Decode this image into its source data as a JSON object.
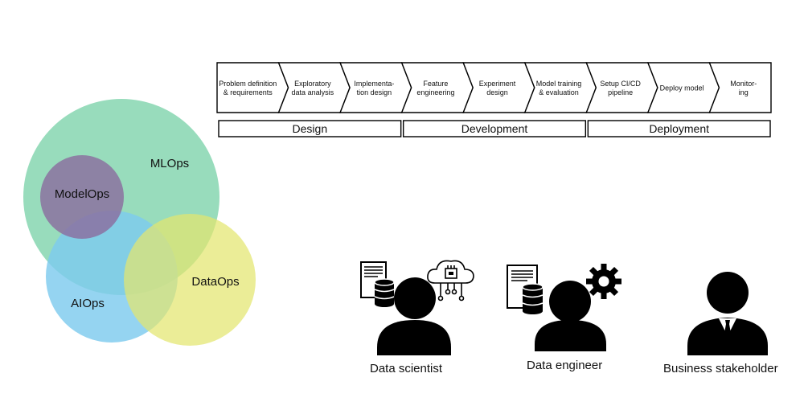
{
  "venn": [
    {
      "key": "mlops",
      "label": "MLOps",
      "color": "#86d6b0"
    },
    {
      "key": "modelops",
      "label": "ModelOps",
      "color": "#8b6b9e"
    },
    {
      "key": "aiops",
      "label": "AIOps",
      "color": "#7ecbee"
    },
    {
      "key": "dataops",
      "label": "DataOps",
      "color": "#e3e66f"
    }
  ],
  "pipeline": {
    "steps": [
      [
        "Problem definition",
        "& requirements"
      ],
      [
        "Exploratory",
        "data analysis"
      ],
      [
        "Implementa-",
        "tion design"
      ],
      [
        "Feature",
        "engineering"
      ],
      [
        "Experiment",
        "design"
      ],
      [
        "Model training",
        "& evaluation"
      ],
      [
        "Setup CI/CD",
        "pipeline"
      ],
      [
        "Deploy model"
      ],
      [
        "Monitor-",
        "ing"
      ]
    ],
    "phases": [
      {
        "label": "Design",
        "from_step": 0,
        "to_step": 2
      },
      {
        "label": "Development",
        "from_step": 3,
        "to_step": 5
      },
      {
        "label": "Deployment",
        "from_step": 6,
        "to_step": 8
      }
    ]
  },
  "roles": {
    "data_scientist": "Data scientist",
    "data_engineer": "Data engineer",
    "business_stakeholder": "Business stakeholder"
  },
  "icons": [
    "document-icon",
    "database-icon",
    "cloud-chip-icon",
    "gear-icon",
    "person-icon",
    "necktie-icon"
  ]
}
